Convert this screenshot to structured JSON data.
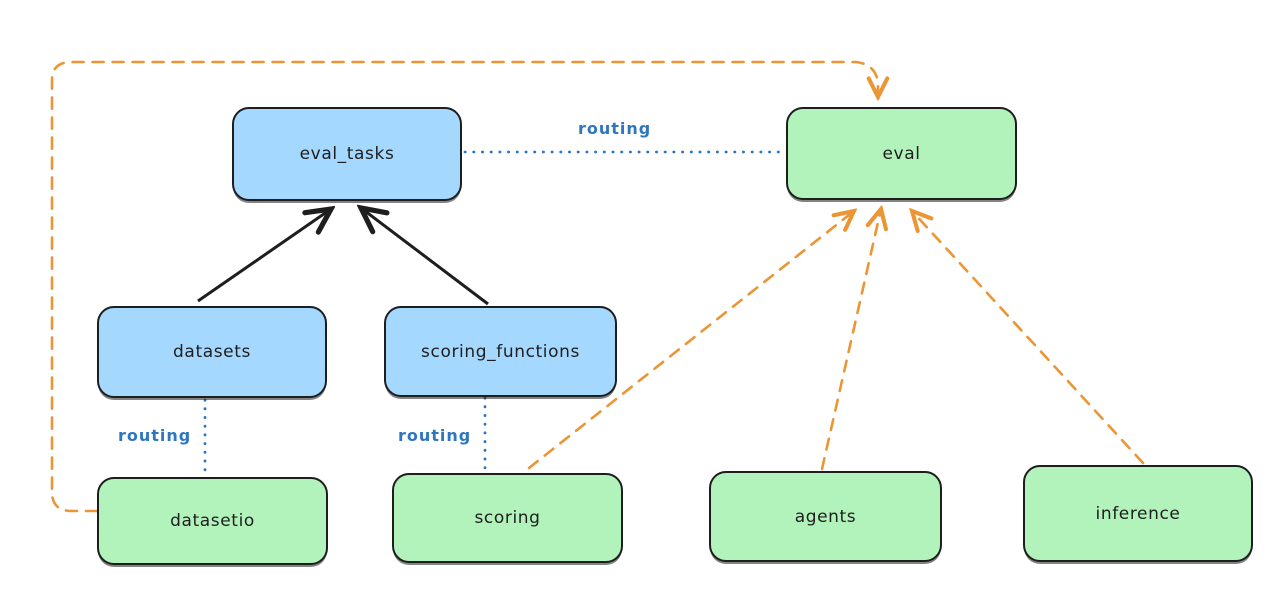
{
  "diagram": {
    "nodes": {
      "eval_tasks": {
        "label": "eval_tasks",
        "color": "blue"
      },
      "eval": {
        "label": "eval",
        "color": "green"
      },
      "datasets": {
        "label": "datasets",
        "color": "blue"
      },
      "scoring_functions": {
        "label": "scoring_functions",
        "color": "blue"
      },
      "datasetio": {
        "label": "datasetio",
        "color": "green"
      },
      "scoring": {
        "label": "scoring",
        "color": "green"
      },
      "agents": {
        "label": "agents",
        "color": "green"
      },
      "inference": {
        "label": "inference",
        "color": "green"
      }
    },
    "edge_labels": {
      "eval_tasks_to_eval": "routing",
      "datasets_to_datasetio": "routing",
      "scoring_functions_to_scoring": "routing"
    },
    "edges": [
      {
        "from": "datasets",
        "to": "eval_tasks",
        "style": "solid-black-arrow"
      },
      {
        "from": "scoring_functions",
        "to": "eval_tasks",
        "style": "solid-black-arrow"
      },
      {
        "from": "eval_tasks",
        "to": "eval",
        "style": "dotted-blue",
        "label": "routing"
      },
      {
        "from": "datasets",
        "to": "datasetio",
        "style": "dotted-blue",
        "label": "routing"
      },
      {
        "from": "scoring_functions",
        "to": "scoring",
        "style": "dotted-blue",
        "label": "routing"
      },
      {
        "from": "datasetio",
        "to": "eval",
        "style": "dashed-orange-arrow"
      },
      {
        "from": "scoring",
        "to": "eval",
        "style": "dashed-orange-arrow"
      },
      {
        "from": "agents",
        "to": "eval",
        "style": "dashed-orange-arrow"
      },
      {
        "from": "inference",
        "to": "eval",
        "style": "dashed-orange-arrow"
      }
    ],
    "colors": {
      "blue_fill": "#a5d8ff",
      "green_fill": "#b2f2bb",
      "stroke": "#1e1e1e",
      "routing_blue": "#2f76bf",
      "orange": "#eb9534",
      "background": "#ffffff"
    }
  }
}
